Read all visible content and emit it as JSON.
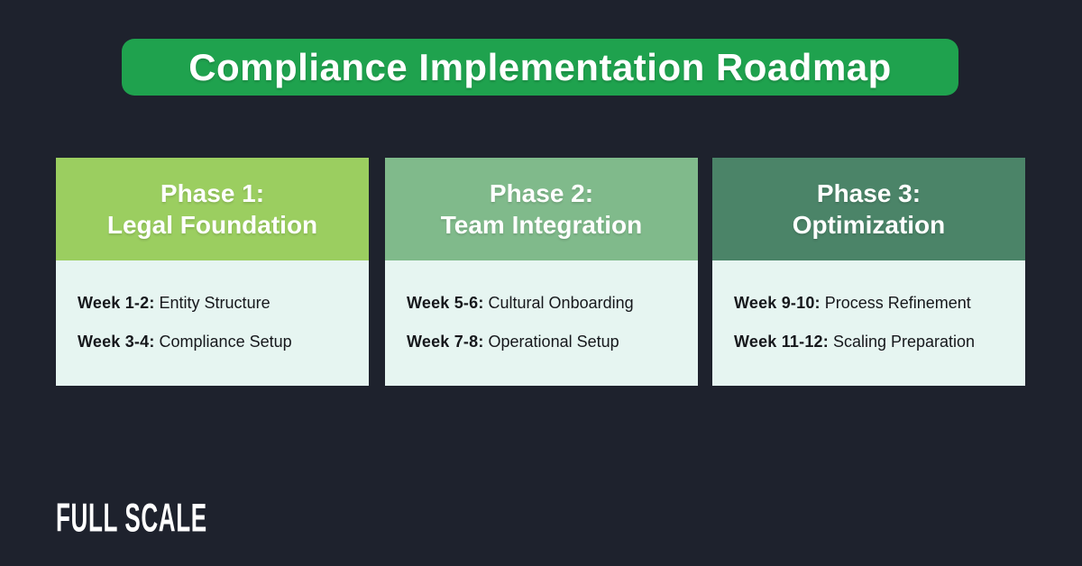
{
  "background": "#1E222D",
  "card_body_bg": "#E6F5F1",
  "title": {
    "label": "Compliance Implementation Roadmap",
    "bg": "#1FA24E",
    "color": "#FFFFFF"
  },
  "brand": {
    "name": "FULL SCALE"
  },
  "phases": [
    {
      "title_line1": "Phase 1:",
      "title_line2": "Legal Foundation",
      "header_bg": "#9BCE60",
      "items": [
        {
          "label": "Week 1-2:",
          "text": "Entity Structure"
        },
        {
          "label": "Week 3-4:",
          "text": "Compliance Setup"
        }
      ]
    },
    {
      "title_line1": "Phase 2:",
      "title_line2": "Team Integration",
      "header_bg": "#80BA8B",
      "items": [
        {
          "label": "Week 5-6:",
          "text": "Cultural Onboarding"
        },
        {
          "label": "Week 7-8:",
          "text": "Operational Setup"
        }
      ]
    },
    {
      "title_line1": "Phase 3:",
      "title_line2": "Optimization",
      "header_bg": "#4B8468",
      "items": [
        {
          "label": "Week 9-10:",
          "text": "Process Refinement"
        },
        {
          "label": "Week 11-12:",
          "text": "Scaling Preparation"
        }
      ]
    }
  ]
}
